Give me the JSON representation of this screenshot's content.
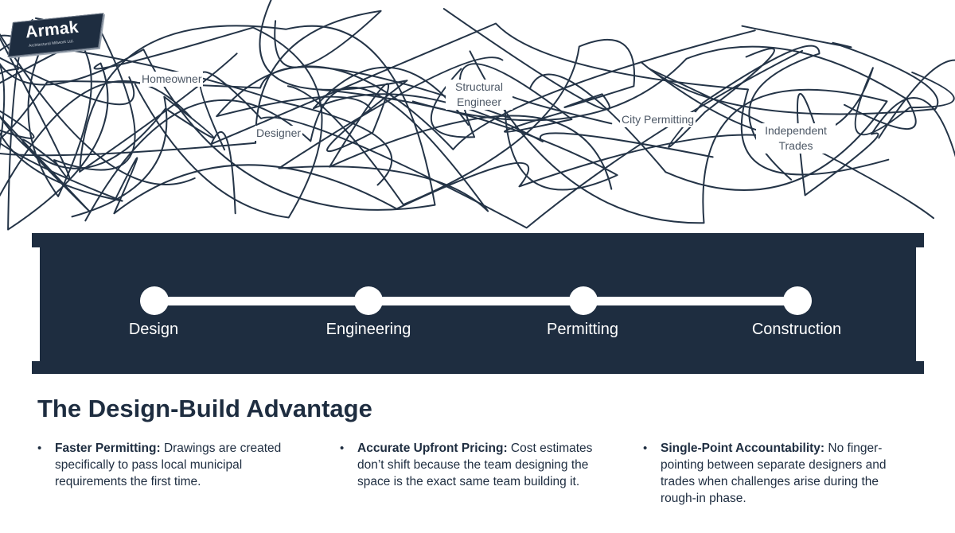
{
  "brand": {
    "logo_text": "Armak",
    "logo_sub": "Architectural Millwork Ltd.",
    "primary_color": "#1e2d40",
    "line_color": "#243447"
  },
  "stakeholders": [
    {
      "label": "Homeowner"
    },
    {
      "label": "Designer"
    },
    {
      "label": "Structural Engineer"
    },
    {
      "label": "City Permitting"
    },
    {
      "label": "Independent Trades"
    }
  ],
  "process": {
    "steps": [
      {
        "label": "Design"
      },
      {
        "label": "Engineering"
      },
      {
        "label": "Permitting"
      },
      {
        "label": "Construction"
      }
    ]
  },
  "section": {
    "title": "The Design-Build Advantage"
  },
  "advantages": [
    {
      "bullet": "•",
      "heading": "Faster Permitting:",
      "text": " Drawings are created specifically to pass local municipal requirements the first time."
    },
    {
      "bullet": "•",
      "heading": "Accurate Upfront Pricing:",
      "text": " Cost estimates don’t shift because the team designing the space is the exact same team building it."
    },
    {
      "bullet": "•",
      "heading": "Single-Point Accountability:",
      "text": " No finger-pointing between separate designers and trades when challenges arise during the rough-in phase."
    }
  ]
}
